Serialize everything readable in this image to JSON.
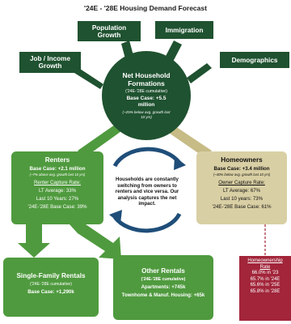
{
  "title": "'24E - '28E Housing Demand Forecast",
  "drivers": {
    "job_income": "Job / Income Growth",
    "population": "Population Growth",
    "immigration": "Immigration",
    "demographics": "Demographics"
  },
  "net_household": {
    "heading": "Net Household Formations",
    "sub": "('24E-'28E cumulative)",
    "base": "Base Case: +5.5 million",
    "note": "(~25% below avg. growth last 10 yrs)"
  },
  "renters": {
    "heading": "Renters",
    "base": "Base Case: +2.1 million",
    "note": "(~7% above avg. growth last 10 yrs)",
    "capture_label": "Renter Capture Rate:",
    "lt_average": "LT Average: 33%",
    "last_10": "Last 10 Years: 27%",
    "base_case_rate": "'24E-'28E Base Case: 39%"
  },
  "homeowners": {
    "heading": "Homeowners",
    "base": "Base Case: +3.4 million",
    "note": "(~40% below avg. growth last 10 yrs)",
    "capture_label": "Owner Capture Rate:",
    "lt_average": "LT Average: 67%",
    "last_10": "Last 10 years: 73%",
    "base_case_rate": "'24E-'28E Base Case: 61%"
  },
  "switching_text": "Households are constantly switching from owners to renters and vice versa. Our analysis captures the net impact.",
  "single_family": {
    "heading": "Single-Family Rentals",
    "sub": "('24E-'28E cumulative)",
    "base": "Base Case: +1,290k"
  },
  "other_rentals": {
    "heading": "Other Rentals",
    "sub": "('24E-'28E cumulative)",
    "apartments": "Apartments: +745k",
    "townhome": "Townhome & Manuf. Housing: +65k"
  },
  "homeownership_rate": {
    "label": "Homeownership Rate",
    "values": [
      "66.0% in '23",
      "65.7% in '24E",
      "65.6% in '25E",
      "65.8% in '28E"
    ]
  },
  "colors": {
    "dark_green": "#1f5230",
    "mid_green": "#4f9a3e",
    "tan": "#d9cfa4",
    "crimson": "#a2253a",
    "cycle_blue": "#1f4e79"
  }
}
